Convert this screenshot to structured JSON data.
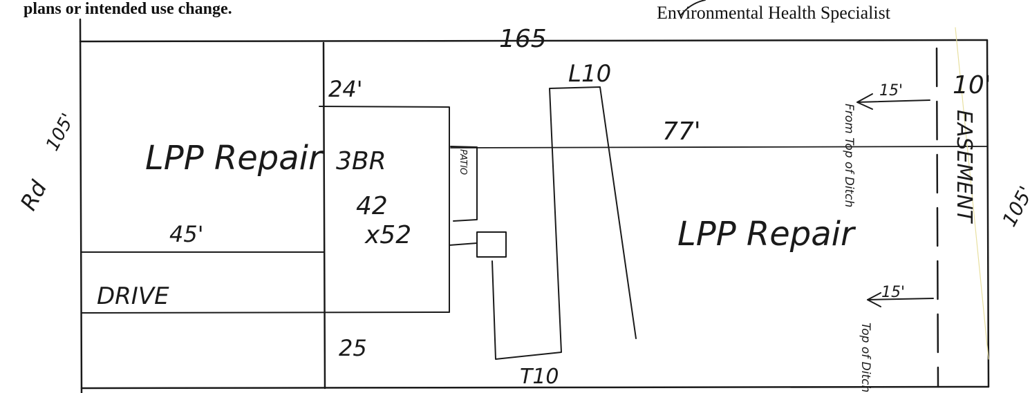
{
  "header": {
    "notice_text": "plans or intended use change.",
    "signature_title": "Environmental Health Specialist"
  },
  "sketch": {
    "ink_color": "#1a1a1a",
    "lot_width": "165",
    "lot_depth_left": "105'",
    "road_label": "Rd",
    "lot_depth_right": "105'",
    "house_front_setback": "24'",
    "house_side_setback": "45'",
    "house_rear_setback": "25",
    "house_label": "3BR",
    "house_dims_1": "42",
    "house_dims_2": "x52",
    "patio_label": "PATIO",
    "drive_label": "DRIVE",
    "repair_area_left": "LPP Repair",
    "repair_area_right": "LPP Repair",
    "trench_length": "77'",
    "l10": "L10",
    "t10": "T10",
    "easement_width": "10'",
    "easement_label": "EASEMENT",
    "ditch_setback_top": "15'",
    "ditch_note_top": "From Top of Ditch",
    "ditch_setback_bottom": "15'",
    "ditch_note_bottom": "Top of Ditch"
  }
}
